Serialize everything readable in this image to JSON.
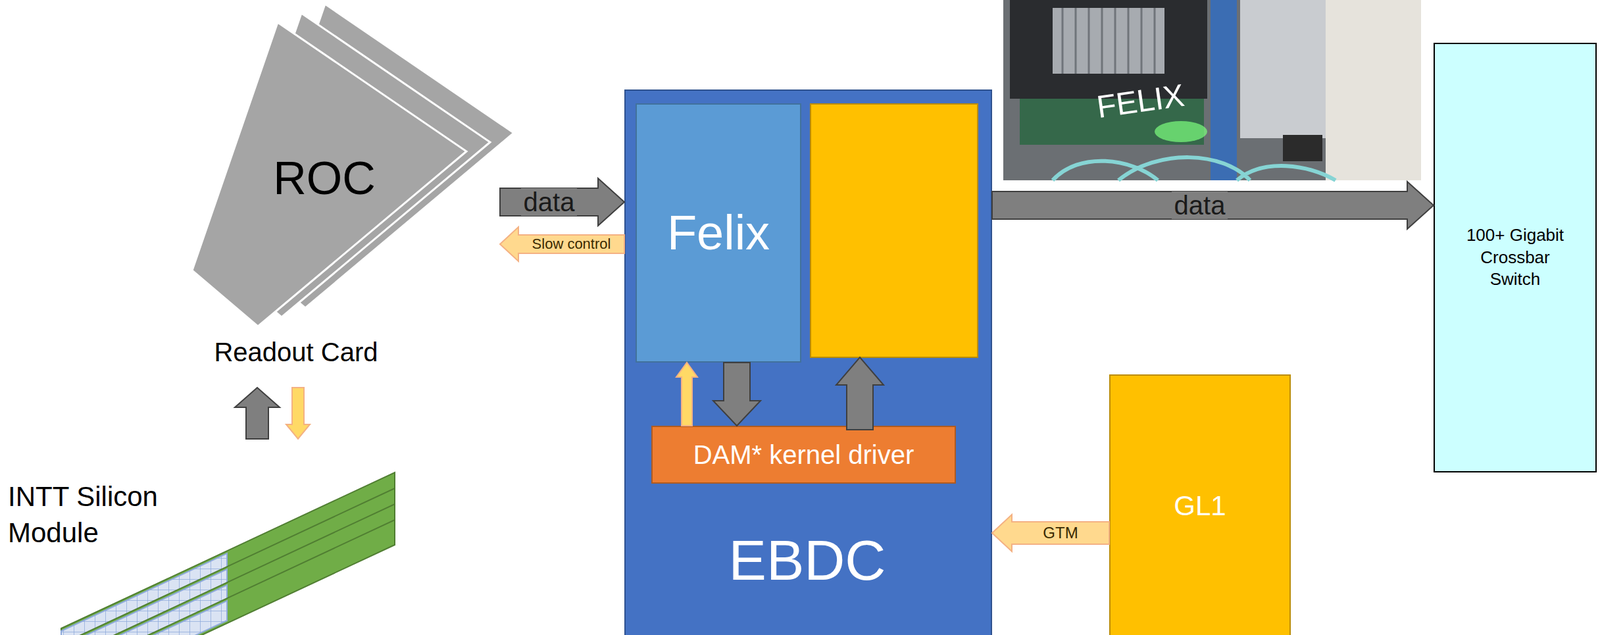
{
  "diagram": {
    "nodes": [
      {
        "text": [
          "ROC",
          "Readout Card"
        ]
      },
      {
        "text": [
          "EBDC"
        ]
      },
      {
        "text": [
          "Felix"
        ],
        "in": 1
      },
      {
        "text": [
          "DAM* kernel driver"
        ],
        "in": 1
      },
      {
        "text": [
          "100+ Gigabit Crossbar Switch"
        ]
      },
      {
        "text": [
          "GL1"
        ]
      }
    ],
    "edges": [
      {
        "from": 0,
        "to": 1,
        "label": "data",
        "arrow": "to"
      },
      {
        "from": 1,
        "to": 0,
        "label": "Slow control",
        "arrow": "to"
      },
      {
        "from": 3,
        "to": 2,
        "arrow": "to"
      },
      {
        "from": 2,
        "to": 3,
        "arrow": "to"
      },
      {
        "from": 1,
        "to": 4,
        "label": "data",
        "arrow": "to"
      },
      {
        "from": 5,
        "to": 1,
        "label": "GTM",
        "arrow": "to"
      }
    ],
    "labels": [
      "INTT Silicon Module",
      "FELIX"
    ]
  }
}
